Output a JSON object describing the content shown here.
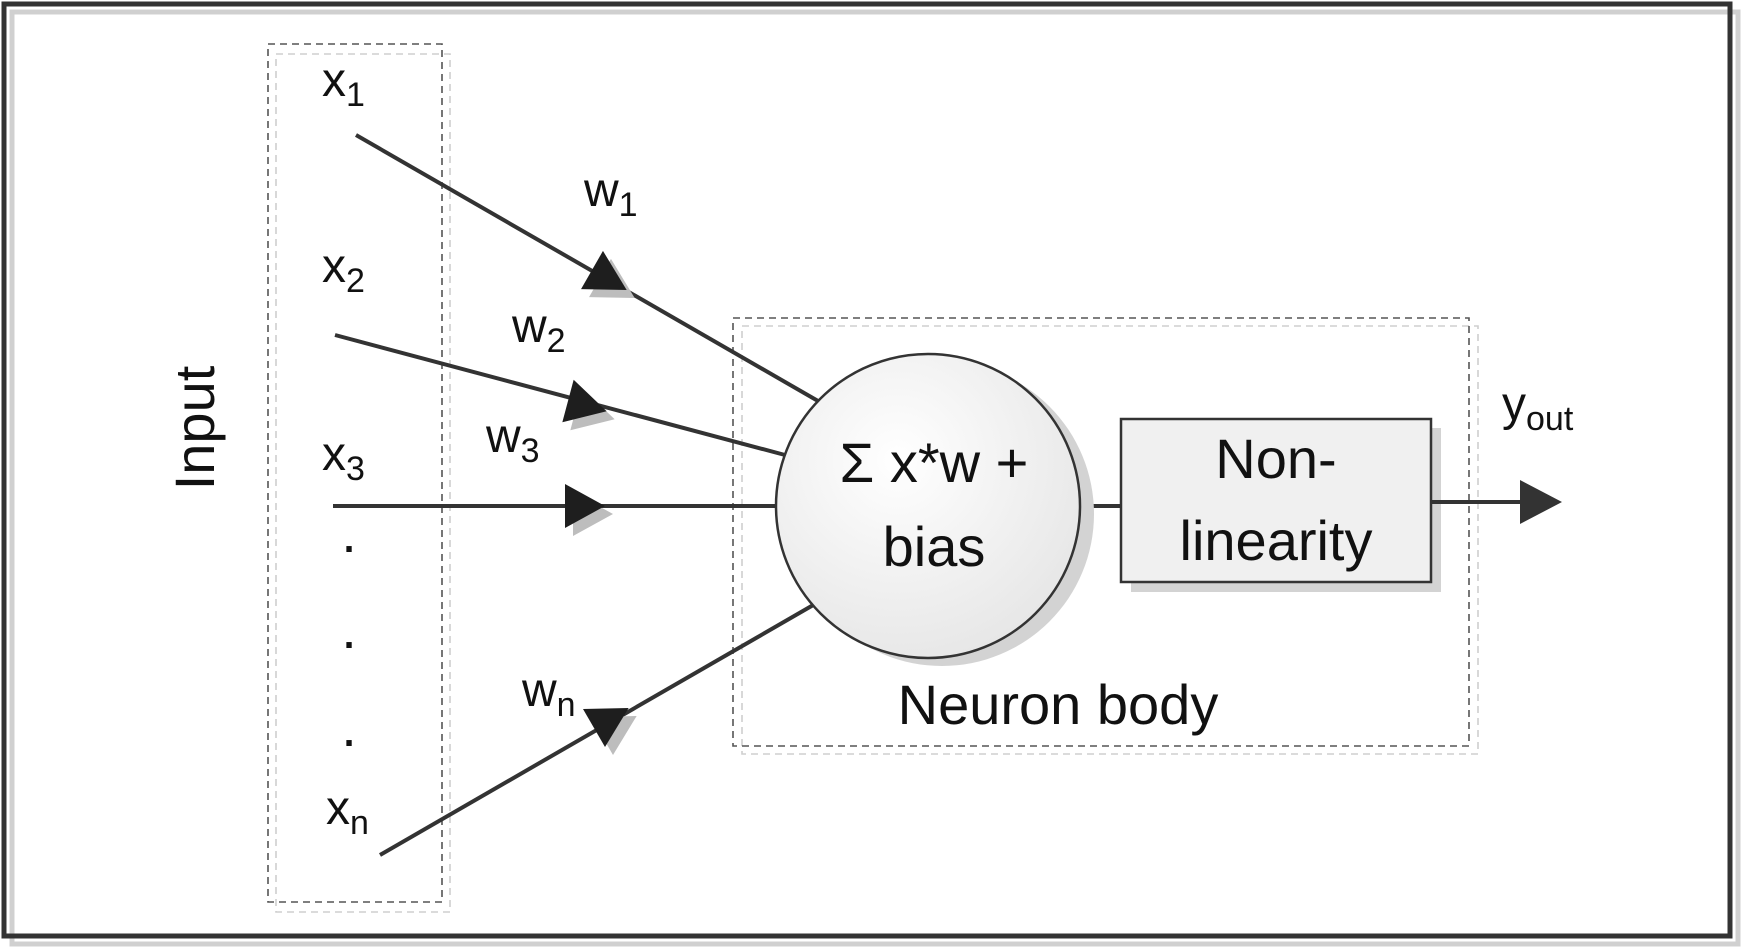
{
  "diagram": {
    "inputs": {
      "group_label": "Input",
      "x1": {
        "base": "x",
        "sub": "1"
      },
      "x2": {
        "base": "x",
        "sub": "2"
      },
      "x3": {
        "base": "x",
        "sub": "3"
      },
      "xn": {
        "base": "x",
        "sub": "n"
      },
      "ellipsis": ".",
      "ellipsis_count": 3
    },
    "weights": {
      "w1": {
        "base": "w",
        "sub": "1"
      },
      "w2": {
        "base": "w",
        "sub": "2"
      },
      "w3": {
        "base": "w",
        "sub": "3"
      },
      "wn": {
        "base": "w",
        "sub": "n"
      }
    },
    "neuron": {
      "sum_line1": "Σ x*w +",
      "sum_line2": "bias",
      "nonlinearity_line1": "Non-",
      "nonlinearity_line2": "linearity",
      "body_label": "Neuron body"
    },
    "output": {
      "base": "y",
      "sub": "out"
    },
    "colors": {
      "line": "#333333",
      "border": "#333333",
      "circle_fill": "#f2f2f2",
      "box_fill": "#f0f0f0",
      "text": "#111111"
    }
  }
}
